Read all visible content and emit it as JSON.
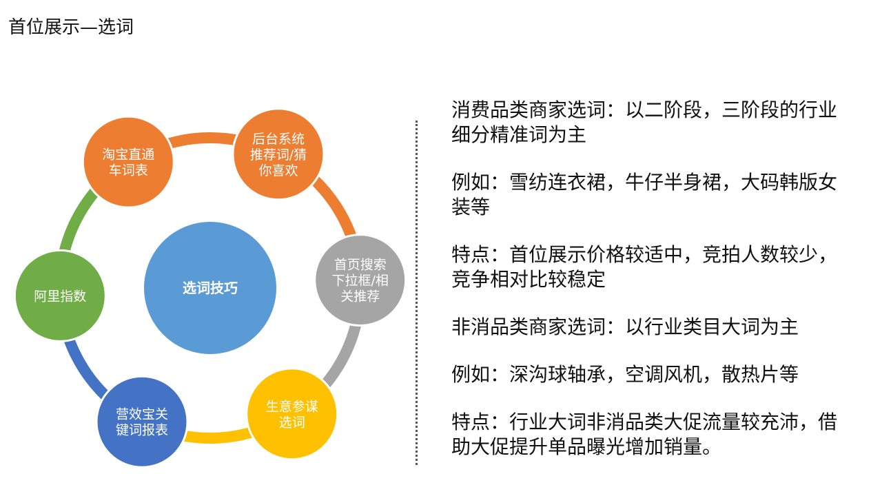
{
  "slide": {
    "title": "首位展示—选词"
  },
  "diagram": {
    "center": {
      "label": "选词技巧",
      "color": "#5b9bd5"
    },
    "nodes": [
      {
        "id": "backend",
        "lines": [
          "后台系统",
          "推荐词/猜",
          "你喜欢"
        ],
        "color": "#ed7d31"
      },
      {
        "id": "homepage-search",
        "lines": [
          "首页搜索",
          "下拉框/相",
          "关推荐"
        ],
        "color": "#a5a5a5"
      },
      {
        "id": "business-advisor",
        "lines": [
          "生意参谋",
          "选词"
        ],
        "color": "#ffc000"
      },
      {
        "id": "yingxiaobao",
        "lines": [
          "营效宝关",
          "键词报表"
        ],
        "color": "#4472c4"
      },
      {
        "id": "ali-index",
        "lines": [
          "阿里指数"
        ],
        "color": "#70ad47"
      },
      {
        "id": "taobao-express",
        "lines": [
          "淘宝直通",
          "车词表"
        ],
        "color": "#ed7d31"
      }
    ]
  },
  "text_panel": {
    "paragraphs": [
      "消费品类商家选词：以二阶段，三阶段的行业细分精准词为主",
      "例如：雪纺连衣裙，牛仔半身裙，大码韩版女装等",
      "特点：首位展示价格较适中，竞拍人数较少，竞争相对比较稳定",
      "非消品类商家选词：以行业类目大词为主",
      "例如：深沟球轴承，空调风机，散热片等",
      "特点：行业大词非消品类大促流量较充沛，借助大促提升单品曝光增加销量。"
    ]
  }
}
